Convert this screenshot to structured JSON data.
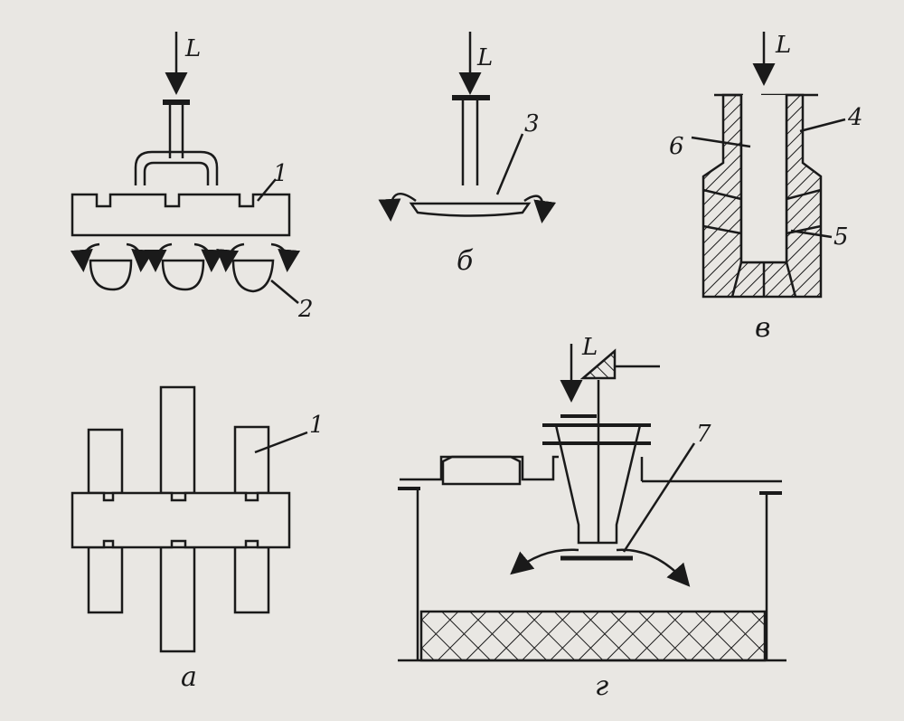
{
  "colors": {
    "paper": "#e9e7e3",
    "ink": "#1a1a1a"
  },
  "arrow_label": "L",
  "panels": {
    "a": {
      "letter": "а",
      "callouts": [
        "1",
        "2"
      ],
      "plan_callout": "1"
    },
    "b": {
      "letter": "б",
      "callout": "3"
    },
    "v": {
      "letter": "в",
      "callouts": [
        "4",
        "5",
        "6"
      ]
    },
    "g": {
      "letter": "г",
      "callout": "7"
    }
  }
}
